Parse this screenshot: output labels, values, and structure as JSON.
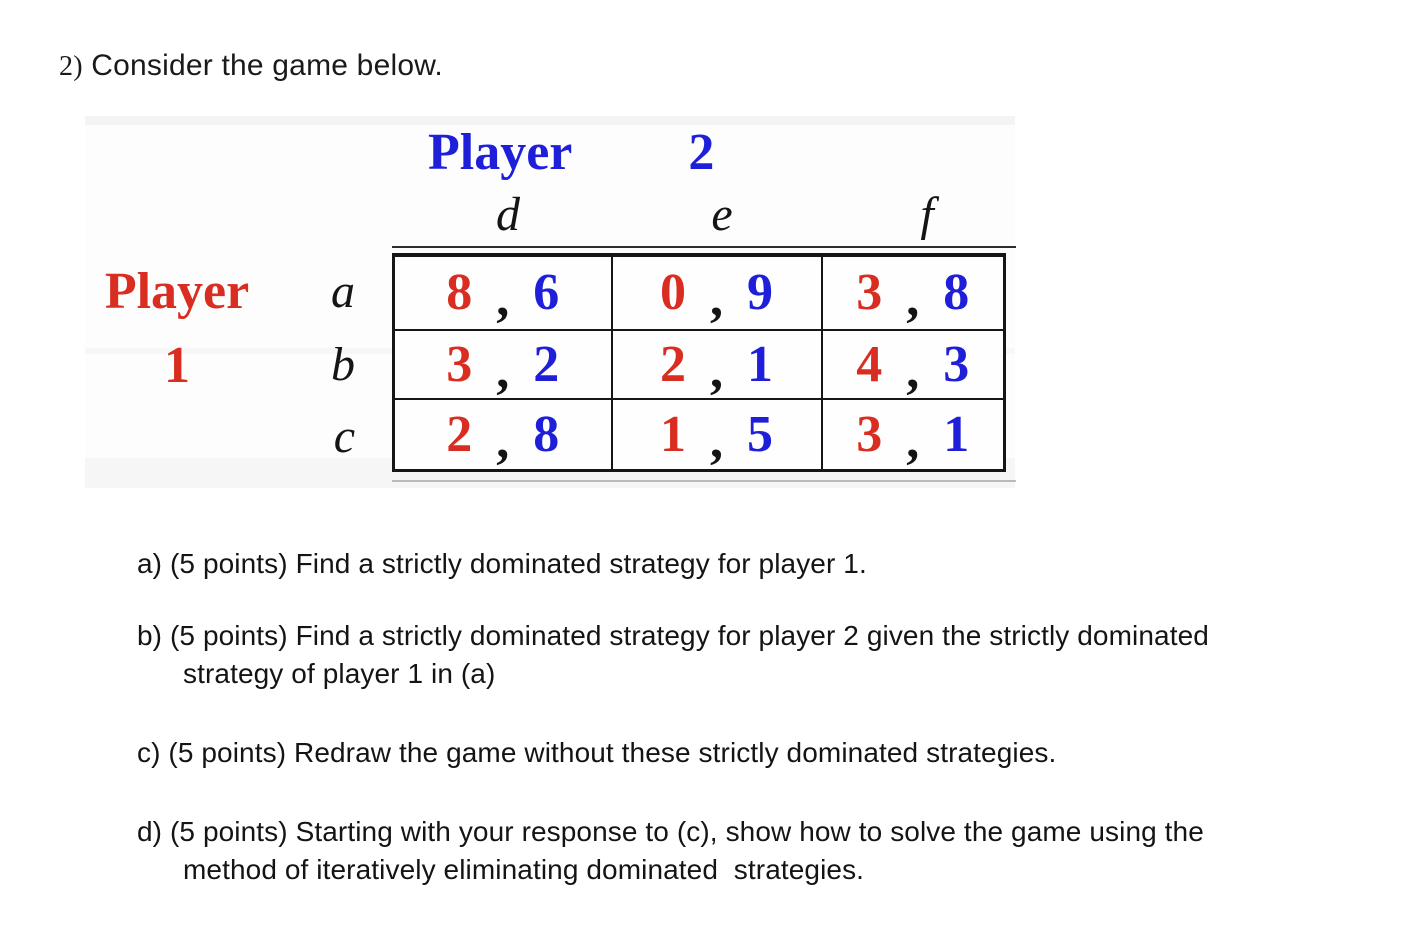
{
  "colors": {
    "player1_red": "#d92d21",
    "player2_blue": "#1f1fd9",
    "table_border": "#161616"
  },
  "heading": {
    "number": "2)",
    "text": " Consider the game below."
  },
  "game": {
    "player2": {
      "word": "Player",
      "number": "2"
    },
    "player1": {
      "word": "Player",
      "number": "1"
    },
    "comma": ",",
    "columns": [
      "d",
      "e",
      "f"
    ],
    "rows": [
      {
        "label": "a",
        "cells": [
          {
            "p1": "8",
            "p2": "6"
          },
          {
            "p1": "0",
            "p2": "9"
          },
          {
            "p1": "3",
            "p2": "8"
          }
        ]
      },
      {
        "label": "b",
        "cells": [
          {
            "p1": "3",
            "p2": "2"
          },
          {
            "p1": "2",
            "p2": "1"
          },
          {
            "p1": "4",
            "p2": "3"
          }
        ]
      },
      {
        "label": "c",
        "cells": [
          {
            "p1": "2",
            "p2": "8"
          },
          {
            "p1": "1",
            "p2": "5"
          },
          {
            "p1": "3",
            "p2": "1"
          }
        ]
      }
    ]
  },
  "questions": [
    {
      "line1": "a) (5 points) Find a strictly dominated strategy for player 1."
    },
    {
      "line1": "b) (5 points) Find a strictly dominated strategy for player 2 given the strictly dominated",
      "line2": "strategy of player 1 in (a)"
    },
    {
      "line1": "c) (5 points) Redraw the game without these strictly dominated strategies."
    },
    {
      "line1": "d) (5 points) Starting with your response to (c), show how to solve the game using the",
      "line2": "method of iteratively eliminating dominated  strategies."
    }
  ]
}
